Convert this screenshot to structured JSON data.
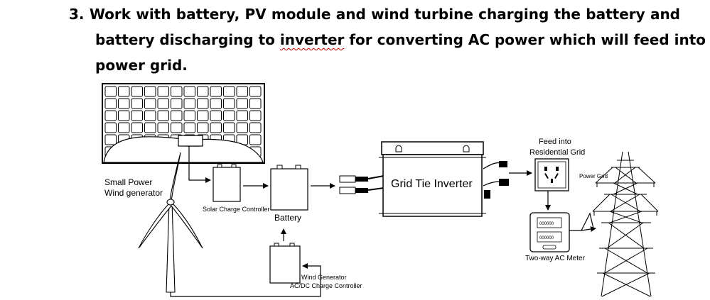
{
  "heading": {
    "number": "3.",
    "line1": "Work with battery, PV module and wind turbine charging the battery and",
    "line2_before": "battery discharging to ",
    "line2_word": "inverter",
    "line2_after": " for converting AC power which will feed into",
    "line3": "power grid."
  },
  "labels": {
    "wind_generator_line1": "Small Power",
    "wind_generator_line2": "Wind generator",
    "solar_controller": "Solar Charge Controller",
    "battery": "Battery",
    "wind_controller_line1": "Wind Generator",
    "wind_controller_line2": "AC/DC Charge Controller",
    "inverter": "Grid Tie Inverter",
    "feed_line1": "Feed into",
    "feed_line2": "Residential Grid",
    "power_grid": "Power Grid",
    "meter_digits_top": "000000",
    "meter_digits_bottom": "000000",
    "meter": "Two-way AC Meter"
  }
}
